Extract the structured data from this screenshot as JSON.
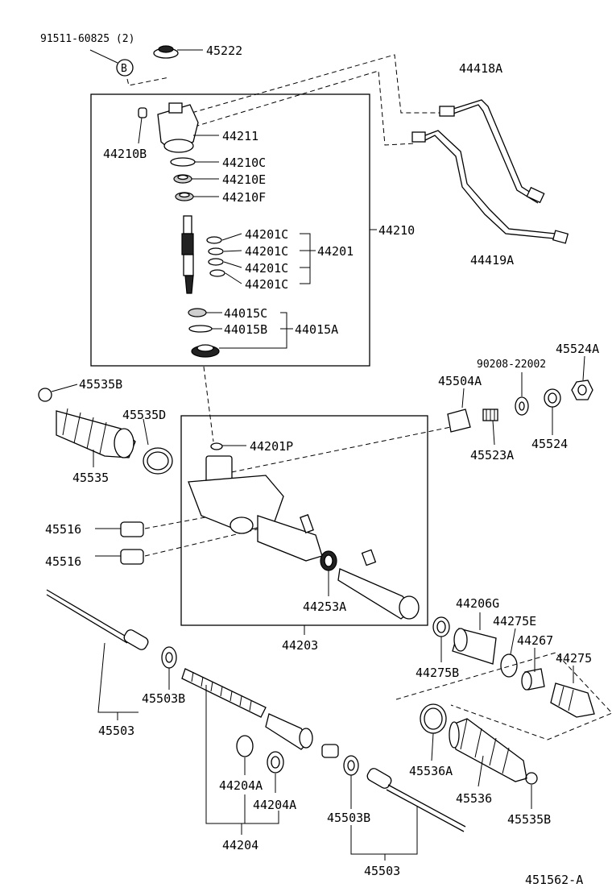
{
  "labels": {
    "bolt_91511": "91511-60825 (2)",
    "callout_b": "B",
    "p45222": "45222",
    "p44418A": "44418A",
    "p44419A": "44419A",
    "p44210B": "44210B",
    "p44211": "44211",
    "p44210C": "44210C",
    "p44210E": "44210E",
    "p44210F": "44210F",
    "p44210": "44210",
    "p44201C_1": "44201C",
    "p44201C_2": "44201C",
    "p44201C_3": "44201C",
    "p44201C_4": "44201C",
    "p44201": "44201",
    "p44015C": "44015C",
    "p44015B": "44015B",
    "p44015A": "44015A",
    "p45535B_top": "45535B",
    "p45535D": "45535D",
    "p45535": "45535",
    "p90208": "90208-22002",
    "p45524A": "45524A",
    "p45504A": "45504A",
    "p45524": "45524",
    "p45523A": "45523A",
    "p44201P": "44201P",
    "p45516_1": "45516",
    "p45516_2": "45516",
    "p44253A": "44253A",
    "p44203": "44203",
    "p44206G": "44206G",
    "p44275E": "44275E",
    "p44267": "44267",
    "p44275": "44275",
    "p44275B": "44275B",
    "p45503B_left": "45503B",
    "p45503_left": "45503",
    "p44204A_1": "44204A",
    "p44204A_2": "44204A",
    "p44204": "44204",
    "p45503B_right": "45503B",
    "p45503_right": "45503",
    "p45536A": "45536A",
    "p45536": "45536",
    "p45535B_bottom": "45535B",
    "figure_id": "451562-A"
  }
}
